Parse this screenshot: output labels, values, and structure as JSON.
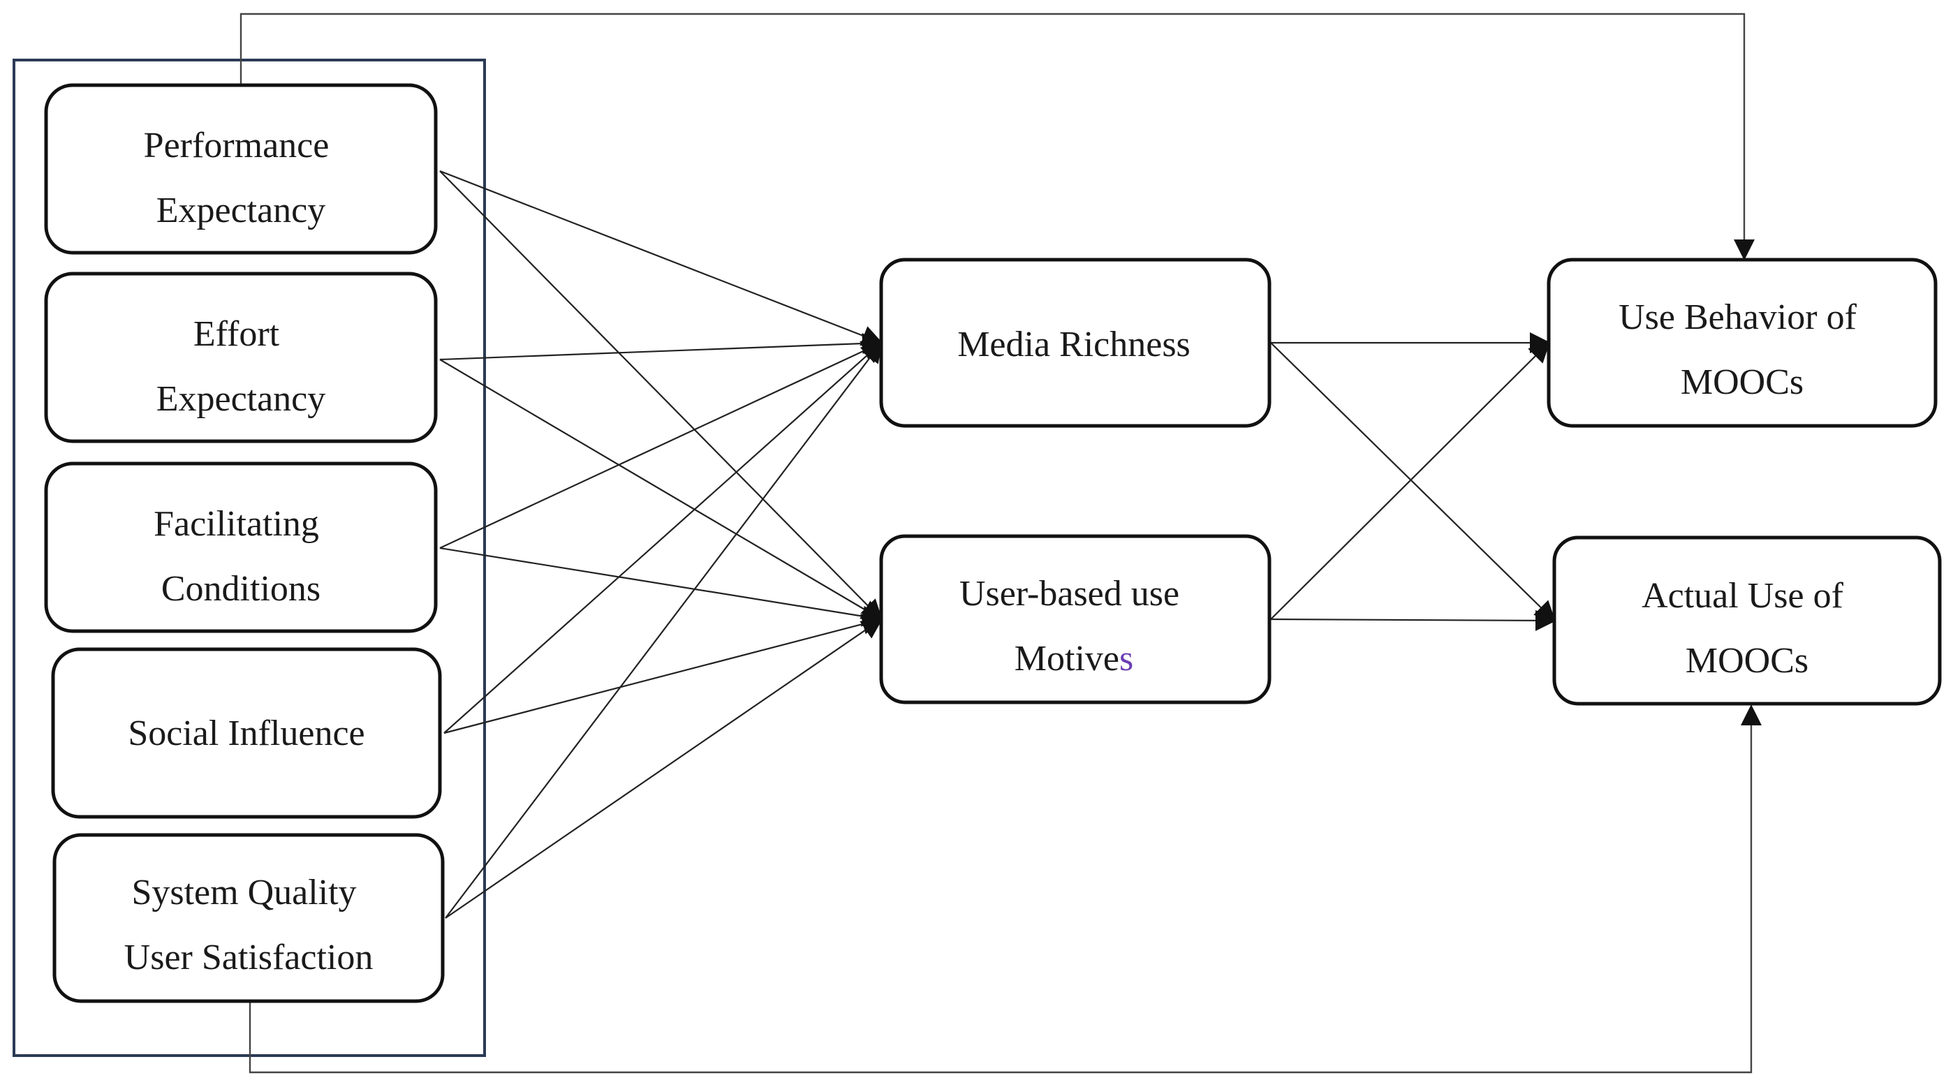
{
  "diagram": {
    "nodes": {
      "performance_expectancy": {
        "lines": [
          "Performance",
          "Expectancy"
        ]
      },
      "effort_expectancy": {
        "lines": [
          "Effort",
          "Expectancy"
        ]
      },
      "facilitating_conditions": {
        "lines": [
          "Facilitating",
          "Conditions"
        ]
      },
      "social_influence": {
        "lines": [
          "Social Influence"
        ]
      },
      "system_quality": {
        "lines": [
          "System Quality",
          "User Satisfaction"
        ]
      },
      "media_richness": {
        "lines": [
          "Media Richness"
        ]
      },
      "user_based_motives": {
        "line1": "User-based use",
        "line2_main": "Motive",
        "line2_accent": "s"
      },
      "use_behavior": {
        "lines": [
          "Use Behavior of",
          "MOOCs"
        ]
      },
      "actual_use": {
        "lines": [
          "Actual Use of",
          "MOOCs"
        ]
      }
    },
    "edges": [
      {
        "from": "performance_expectancy",
        "to": "media_richness"
      },
      {
        "from": "performance_expectancy",
        "to": "user_based_motives"
      },
      {
        "from": "effort_expectancy",
        "to": "media_richness"
      },
      {
        "from": "effort_expectancy",
        "to": "user_based_motives"
      },
      {
        "from": "facilitating_conditions",
        "to": "media_richness"
      },
      {
        "from": "facilitating_conditions",
        "to": "user_based_motives"
      },
      {
        "from": "social_influence",
        "to": "media_richness"
      },
      {
        "from": "social_influence",
        "to": "user_based_motives"
      },
      {
        "from": "system_quality",
        "to": "media_richness"
      },
      {
        "from": "system_quality",
        "to": "user_based_motives"
      },
      {
        "from": "media_richness",
        "to": "use_behavior"
      },
      {
        "from": "media_richness",
        "to": "actual_use"
      },
      {
        "from": "user_based_motives",
        "to": "use_behavior"
      },
      {
        "from": "user_based_motives",
        "to": "actual_use"
      },
      {
        "from": "performance_expectancy",
        "to": "use_behavior",
        "routed": "top"
      },
      {
        "from": "system_quality",
        "to": "actual_use",
        "routed": "bottom"
      }
    ],
    "colors": {
      "box_stroke": "#111111",
      "group_frame": "#2b3a55",
      "accent_letter": "#6a3fb3"
    }
  }
}
